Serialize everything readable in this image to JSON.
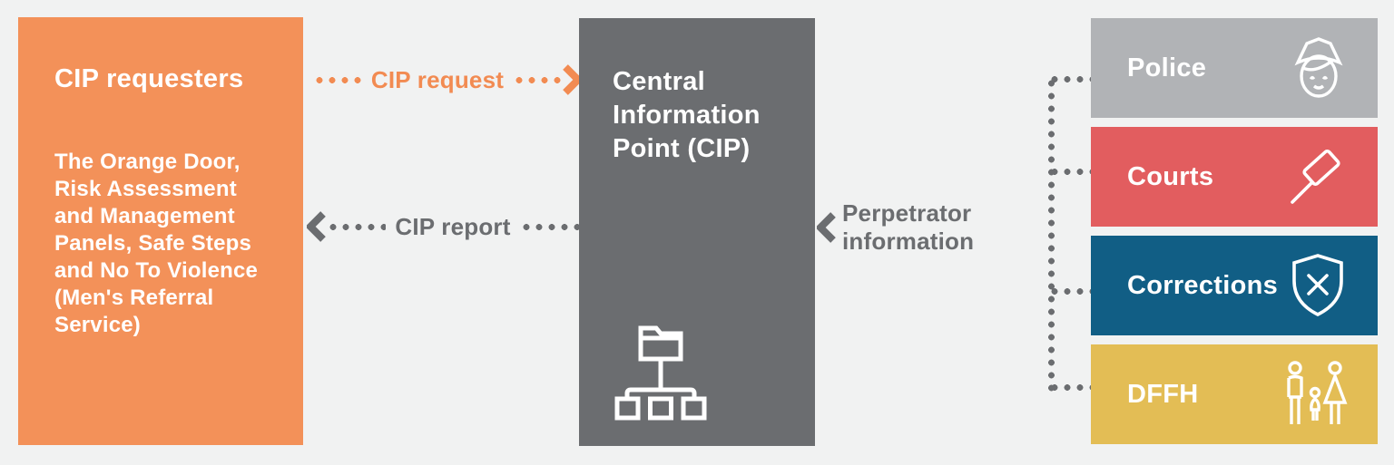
{
  "diagram": {
    "background_color": "#f1f2f2",
    "requesters": {
      "title": "CIP requesters",
      "description": "The Orange Door, Risk Assessment and Management Panels, Safe Steps and No To Violence (Men's Referral Service)",
      "color": "#f39159"
    },
    "cip": {
      "title": "Central Information Point (CIP)",
      "color": "#6b6d70",
      "icon": "folder-hierarchy-icon"
    },
    "flows": {
      "request": {
        "label": "CIP request",
        "color": "#f28b52",
        "direction": "left-to-right"
      },
      "report": {
        "label": "CIP report",
        "color": "#6b6d70",
        "direction": "right-to-left"
      },
      "perpetrator": {
        "label": "Perpetrator information",
        "color": "#6b6d70",
        "direction": "right-to-left"
      }
    },
    "sources": [
      {
        "label": "Police",
        "color": "#b1b3b6",
        "icon": "police-officer-icon"
      },
      {
        "label": "Courts",
        "color": "#e25d5f",
        "icon": "gavel-icon"
      },
      {
        "label": "Corrections",
        "color": "#115e85",
        "icon": "shield-x-icon"
      },
      {
        "label": "DFFH",
        "color": "#e3bd55",
        "icon": "family-icon"
      }
    ]
  }
}
